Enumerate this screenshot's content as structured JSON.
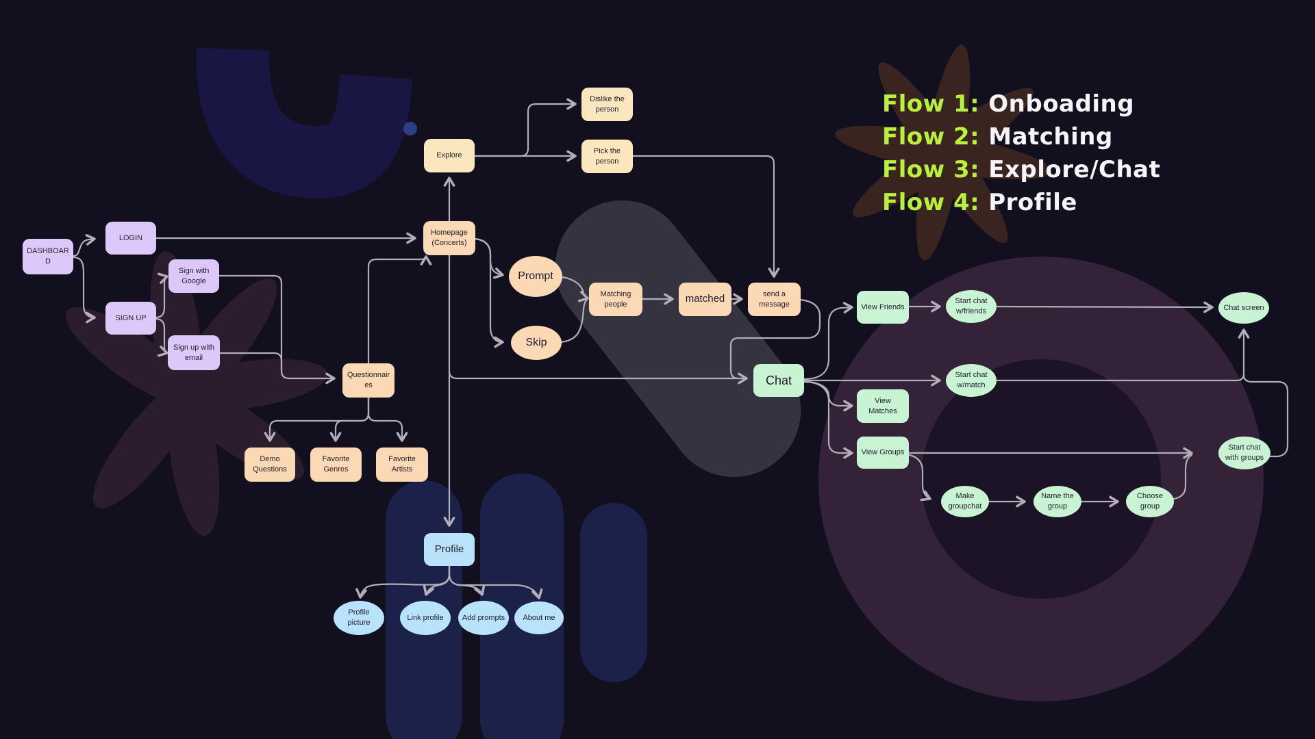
{
  "legend": {
    "items": [
      {
        "prefix": "Flow 1:",
        "name": "Onboading"
      },
      {
        "prefix": "Flow 2:",
        "name": "Matching"
      },
      {
        "prefix": "Flow 3:",
        "name": "Explore/Chat"
      },
      {
        "prefix": "Flow 4:",
        "name": "Profile"
      }
    ]
  },
  "nodes": {
    "dashboard": {
      "label": "DASHBOARD"
    },
    "login": {
      "label": "LOGIN"
    },
    "signup": {
      "label": "SIGN UP"
    },
    "sign_with_google": {
      "label": "Sign with Google"
    },
    "sign_up_with_email": {
      "label": "Sign up with email"
    },
    "explore": {
      "label": "Explore"
    },
    "dislike_person": {
      "label": "Dislike the person"
    },
    "pick_person": {
      "label": "Pick the person"
    },
    "homepage": {
      "label": "Homepage (Concerts)"
    },
    "prompt": {
      "label": "Prompt"
    },
    "skip": {
      "label": "Skip"
    },
    "matching_people": {
      "label": "Matching people"
    },
    "matched": {
      "label": "matched"
    },
    "send_message": {
      "label": "send a message"
    },
    "questionnaires": {
      "label": "Questionnaires"
    },
    "demo_questions": {
      "label": "Demo Questions"
    },
    "favorite_genres": {
      "label": "Favorite Genres"
    },
    "favorite_artists": {
      "label": "Favorite Artists"
    },
    "chat": {
      "label": "Chat"
    },
    "view_friends": {
      "label": "View Friends"
    },
    "start_chat_friends": {
      "label": "Start chat w/friends"
    },
    "chat_screen": {
      "label": "Chat screen"
    },
    "start_chat_match": {
      "label": "Start chat w/match"
    },
    "view_matches": {
      "label": "View Matches"
    },
    "view_groups": {
      "label": "View Groups"
    },
    "start_chat_groups": {
      "label": "Start chat with groups"
    },
    "make_groupchat": {
      "label": "Make groupchat"
    },
    "name_group": {
      "label": "Name the group"
    },
    "choose_group": {
      "label": "Choose group"
    },
    "profile": {
      "label": "Profile"
    },
    "profile_picture": {
      "label": "Profile picture"
    },
    "link_profile": {
      "label": "Link profile"
    },
    "add_prompts": {
      "label": "Add prompts"
    },
    "about_me": {
      "label": "About me"
    }
  },
  "colors": {
    "background": "#120f1e",
    "node_purple": "#dcc9f9",
    "node_cream": "#fbe7be",
    "node_peach": "#fad9b4",
    "node_green": "#c9f4d3",
    "node_blue": "#b8e3fb",
    "connector": "#b3aeb9",
    "legend_accent": "#b9ef3d",
    "legend_text": "#f5f4f8"
  }
}
